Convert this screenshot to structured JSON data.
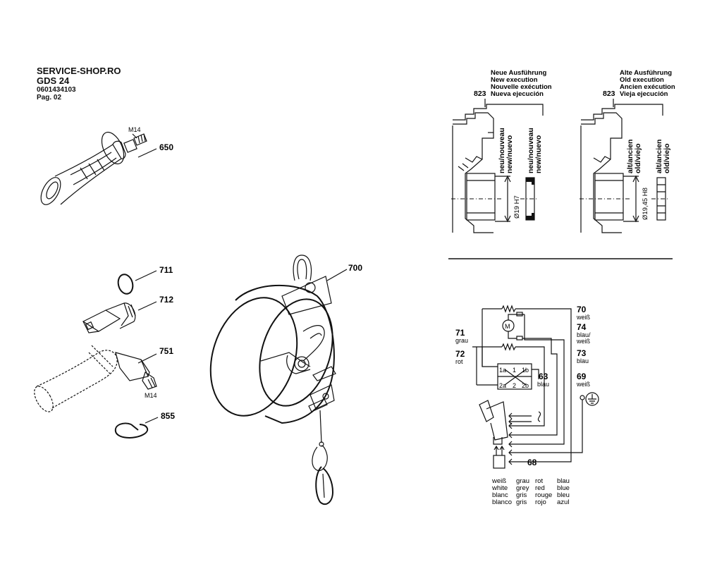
{
  "header": {
    "shop": "SERVICE-SHOP.RO",
    "model": "GDS 24",
    "part_number": "0601434103",
    "page": "Pag. 02"
  },
  "parts": {
    "p650": "650",
    "p711": "711",
    "p712": "712",
    "p751": "751",
    "p855": "855",
    "p700": "700",
    "thread_m14_top": "M14",
    "thread_m14_bottom": "M14"
  },
  "detail_new": {
    "ref": "823",
    "lines": [
      "Neue Ausführung",
      "New execution",
      "Nouvelle exécution",
      "Nueva ejecución"
    ],
    "label_a": [
      "neu/nouveau",
      "new/nuevo"
    ],
    "label_b": [
      "neu/nouveau",
      "new/nuevo"
    ],
    "diameter": "Ø19 H7"
  },
  "detail_old": {
    "ref": "823",
    "lines": [
      "Alte Ausführung",
      "Old execution",
      "Ancien exécution",
      "Vieja ejecución"
    ],
    "label_a": [
      "alt/ancien",
      "old/viejo"
    ],
    "label_b": [
      "alt/ancien",
      "old/viejo"
    ],
    "diameter": "Ø19,45 H8"
  },
  "wiring": {
    "w70": {
      "num": "70",
      "color": "weiß"
    },
    "w74": {
      "num": "74",
      "color1": "blau/",
      "color2": "weiß"
    },
    "w73": {
      "num": "73",
      "color": "blau"
    },
    "w69": {
      "num": "69",
      "color": "weiß"
    },
    "w71": {
      "num": "71",
      "color": "grau"
    },
    "w72": {
      "num": "72",
      "color": "rot"
    },
    "w63": {
      "num": "63",
      "color": "blau"
    },
    "w68": {
      "num": "68"
    },
    "switch": {
      "t1a": "1a",
      "t1": "1",
      "t1b": "1b",
      "t2a": "2a",
      "t2": "2",
      "t2b": "2b"
    },
    "motor": "M"
  },
  "legend": {
    "col1": [
      "weiß",
      "white",
      "blanc",
      "blanco"
    ],
    "col2": [
      "grau",
      "grey",
      "gris",
      "gris"
    ],
    "col3": [
      "rot",
      "red",
      "rouge",
      "rojo"
    ],
    "col4": [
      "blau",
      "blue",
      "bleu",
      "azul"
    ]
  }
}
